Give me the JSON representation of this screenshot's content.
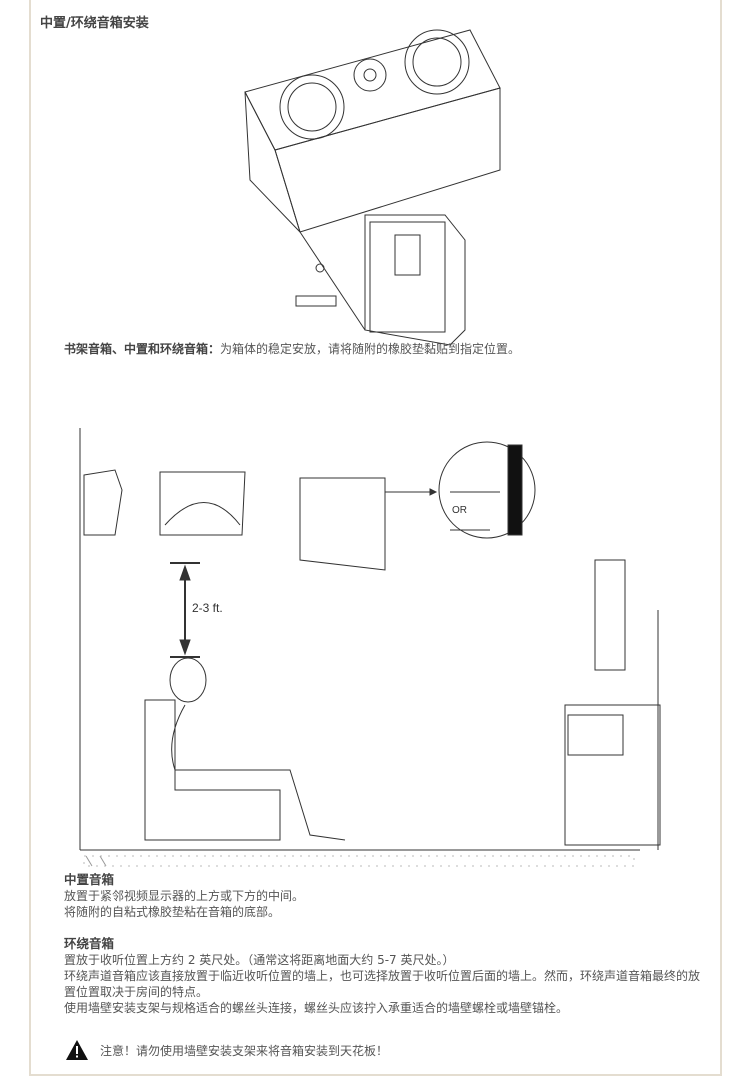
{
  "title": "中置/环绕音箱安装",
  "caption": {
    "bold": "书架音箱、中置和环绕音箱：",
    "text": "为箱体的稳定安放，请将随附的橡胶垫黏贴到指定位置。"
  },
  "diagram": {
    "distance_label": "2-3 ft.",
    "or_label": "OR"
  },
  "center": {
    "heading": "中置音箱",
    "lines": [
      "放置于紧邻视频显示器的上方或下方的中间。",
      "将随附的自粘式橡胶垫粘在音箱的底部。"
    ]
  },
  "surround": {
    "heading": "环绕音箱",
    "lines": [
      "置放于收听位置上方约 2 英尺处。（通常这将距离地面大约 5-7 英尺处。）",
      "环绕声道音箱应该直接放置于临近收听位置的墙上，也可选择放置于收听位置后面的墙上。然而，环绕声道音箱最终的放置位置取决于房间的特点。",
      "使用墙壁安装支架与规格适合的螺丝头连接，螺丝头应该拧入承重适合的墙壁螺栓或墙壁锚栓。"
    ]
  },
  "warning": "注意！请勿使用墙壁安装支架来将音箱安装到天花板！"
}
